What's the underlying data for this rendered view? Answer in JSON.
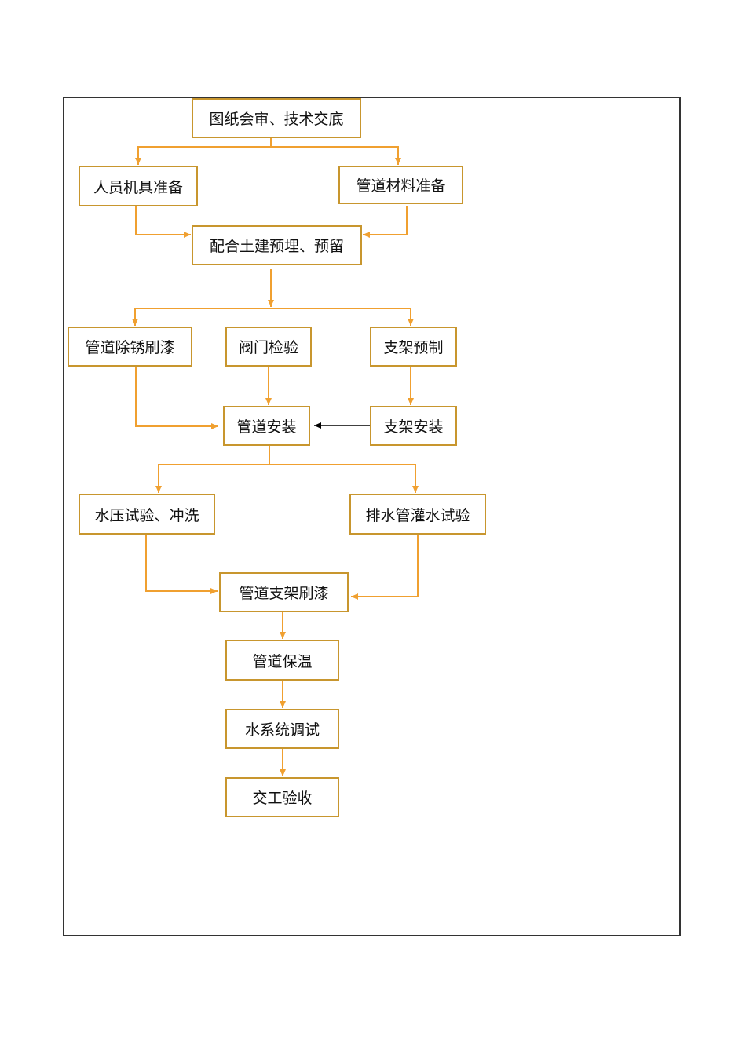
{
  "colors": {
    "connector": "#f0a030",
    "node_border": "#c8962e",
    "frame": "#333333",
    "arrow_black": "#000000"
  },
  "nodes": {
    "review": {
      "label": "图纸会审、技术交底"
    },
    "staff": {
      "label": "人员机具准备"
    },
    "material": {
      "label": "管道材料准备"
    },
    "embed": {
      "label": "配合土建预埋、预留"
    },
    "derust": {
      "label": "管道除锈刷漆"
    },
    "valve": {
      "label": "阀门检验"
    },
    "support_make": {
      "label": "支架预制"
    },
    "pipe_install": {
      "label": "管道安装"
    },
    "support_install": {
      "label": "支架安装"
    },
    "pressure_test": {
      "label": "水压试验、冲洗"
    },
    "drain_test": {
      "label": "排水管灌水试验"
    },
    "paint": {
      "label": "管道支架刷漆"
    },
    "insulation": {
      "label": "管道保温"
    },
    "commission": {
      "label": "水系统调试"
    },
    "handover": {
      "label": "交工验收"
    }
  }
}
